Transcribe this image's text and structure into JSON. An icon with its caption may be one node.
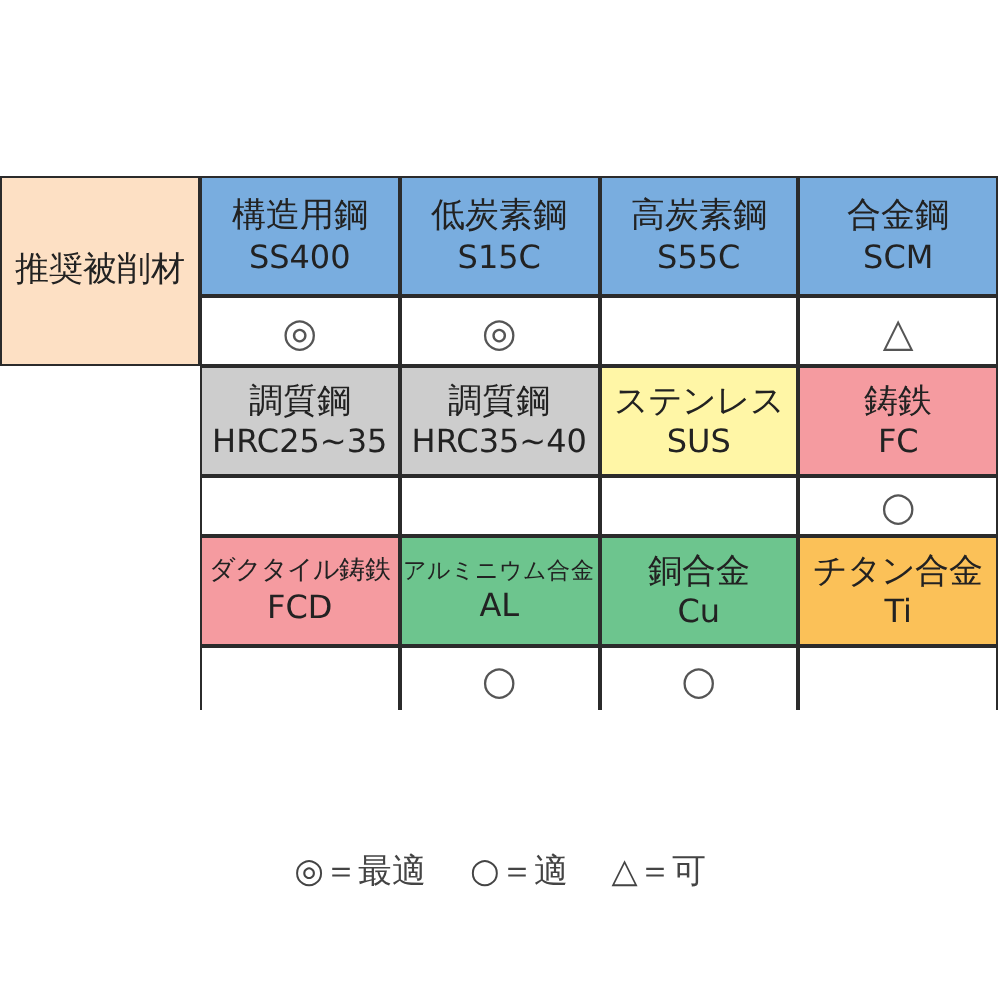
{
  "diagram": {
    "nodes": [
      {
        "text": [
          "推奨被削材"
        ]
      },
      {
        "text": [
          "構造用鋼",
          "SS400"
        ]
      },
      {
        "text": [
          "低炭素鋼",
          "S15C"
        ]
      },
      {
        "text": [
          "高炭素鋼",
          "S55C"
        ]
      },
      {
        "text": [
          "合金鋼",
          "SCM"
        ]
      },
      {
        "text": [
          "調質鋼",
          "HRC25~35"
        ]
      },
      {
        "text": [
          "調質鋼",
          "HRC35~40"
        ]
      },
      {
        "text": [
          "ステンレス",
          "SUS"
        ]
      },
      {
        "text": [
          "鋳鉄",
          "FC"
        ]
      },
      {
        "text": [
          "ダクタイル鋳鉄",
          "FCD"
        ]
      },
      {
        "text": [
          "アルミニウム合金",
          "AL"
        ]
      },
      {
        "text": [
          "銅合金",
          "Cu"
        ]
      },
      {
        "text": [
          "チタン合金",
          "Ti"
        ]
      }
    ],
    "labels": [
      "◎",
      "◎",
      "△",
      "○",
      "○",
      "○",
      "◎＝最適",
      "○＝適",
      "△＝可"
    ]
  }
}
